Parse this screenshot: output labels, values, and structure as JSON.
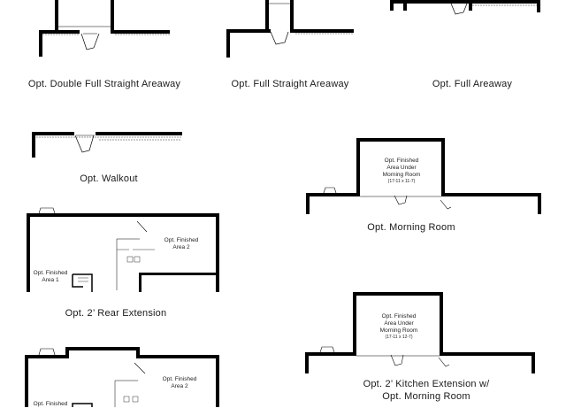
{
  "plans": {
    "double_full_straight_areaway": {
      "label": "Opt. Double Full Straight Areaway"
    },
    "full_straight_areaway": {
      "label": "Opt. Full Straight Areaway"
    },
    "full_areaway": {
      "label": "Opt. Full Areaway"
    },
    "walkout": {
      "label": "Opt. Walkout"
    },
    "morning_room": {
      "label": "Opt. Morning Room",
      "room_label": "Opt. Finished\nArea Under\nMorning Room",
      "room_dims": "(17-11 x 11-7)"
    },
    "rear_extension": {
      "label": "Opt. 2’ Rear Extension",
      "area1_label": "Opt. Finished\nArea 1",
      "area2_label": "Opt. Finished\nArea 2"
    },
    "kitchen_extension_morning_room": {
      "label": "Opt. 2’ Kitchen Extension w/\nOpt. Morning Room",
      "room_label": "Opt. Finished\nArea Under\nMorning Room",
      "room_dims": "(17-11 x 12-7)"
    },
    "rear_extension_morning_room": {
      "area1_label": "Opt. Finished",
      "area2_label": "Opt. Finished\nArea 2"
    }
  },
  "colors": {
    "wall": "#000000",
    "thin_line": "#333333",
    "grid_line": "#9a9a9a"
  }
}
